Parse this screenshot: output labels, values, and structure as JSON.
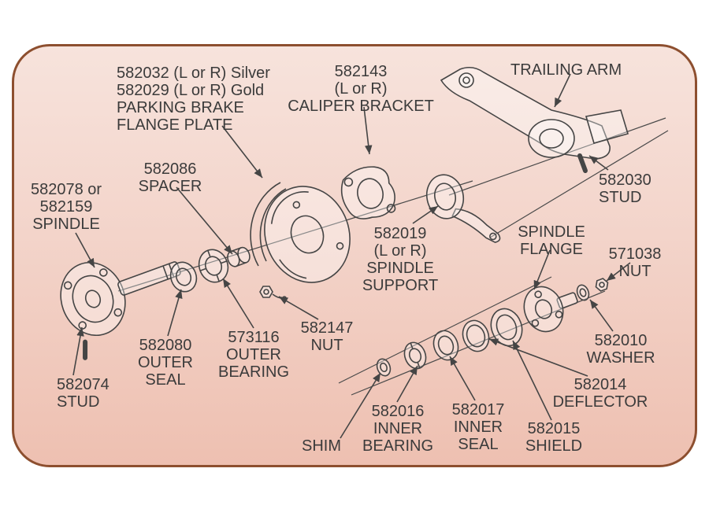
{
  "figure": {
    "type": "exploded-parts-diagram",
    "subject": "rear spindle and trailing arm assembly",
    "border_color": "#8d4f2f",
    "background_top": "#f7e3dc",
    "background_bottom": "#eec0b1",
    "line_color": "#454545",
    "text_color": "#3b3b3b"
  },
  "labels": [
    {
      "id": "parking-brake-flange-plate",
      "text": "582032 (L or R) Silver\n582029 (L or R) Gold\nPARKING BRAKE\nFLANGE PLATE"
    },
    {
      "id": "caliper-bracket",
      "text": "582143\n(L or R)\nCALIPER BRACKET"
    },
    {
      "id": "trailing-arm",
      "text": "TRAILING ARM"
    },
    {
      "id": "spindle",
      "text": "582078 or\n582159\nSPINDLE"
    },
    {
      "id": "spacer",
      "text": "582086\nSPACER"
    },
    {
      "id": "stud-582030",
      "text": "582030\nSTUD"
    },
    {
      "id": "spindle-support",
      "text": "582019\n(L or R)\nSPINDLE\nSUPPORT"
    },
    {
      "id": "spindle-flange",
      "text": "SPINDLE\nFLANGE"
    },
    {
      "id": "nut-571038",
      "text": "571038\nNUT"
    },
    {
      "id": "outer-seal",
      "text": "582080\nOUTER\nSEAL"
    },
    {
      "id": "outer-bearing",
      "text": "573116\nOUTER\nBEARING"
    },
    {
      "id": "nut-582147",
      "text": "582147\nNUT"
    },
    {
      "id": "stud-582074",
      "text": "582074\nSTUD"
    },
    {
      "id": "washer",
      "text": "582010\nWASHER"
    },
    {
      "id": "deflector",
      "text": "582014\nDEFLECTOR"
    },
    {
      "id": "inner-bearing",
      "text": "582016\nINNER\nBEARING"
    },
    {
      "id": "inner-seal",
      "text": "582017\nINNER\nSEAL"
    },
    {
      "id": "shield",
      "text": "582015\nSHIELD"
    },
    {
      "id": "shim",
      "text": "SHIM"
    }
  ]
}
